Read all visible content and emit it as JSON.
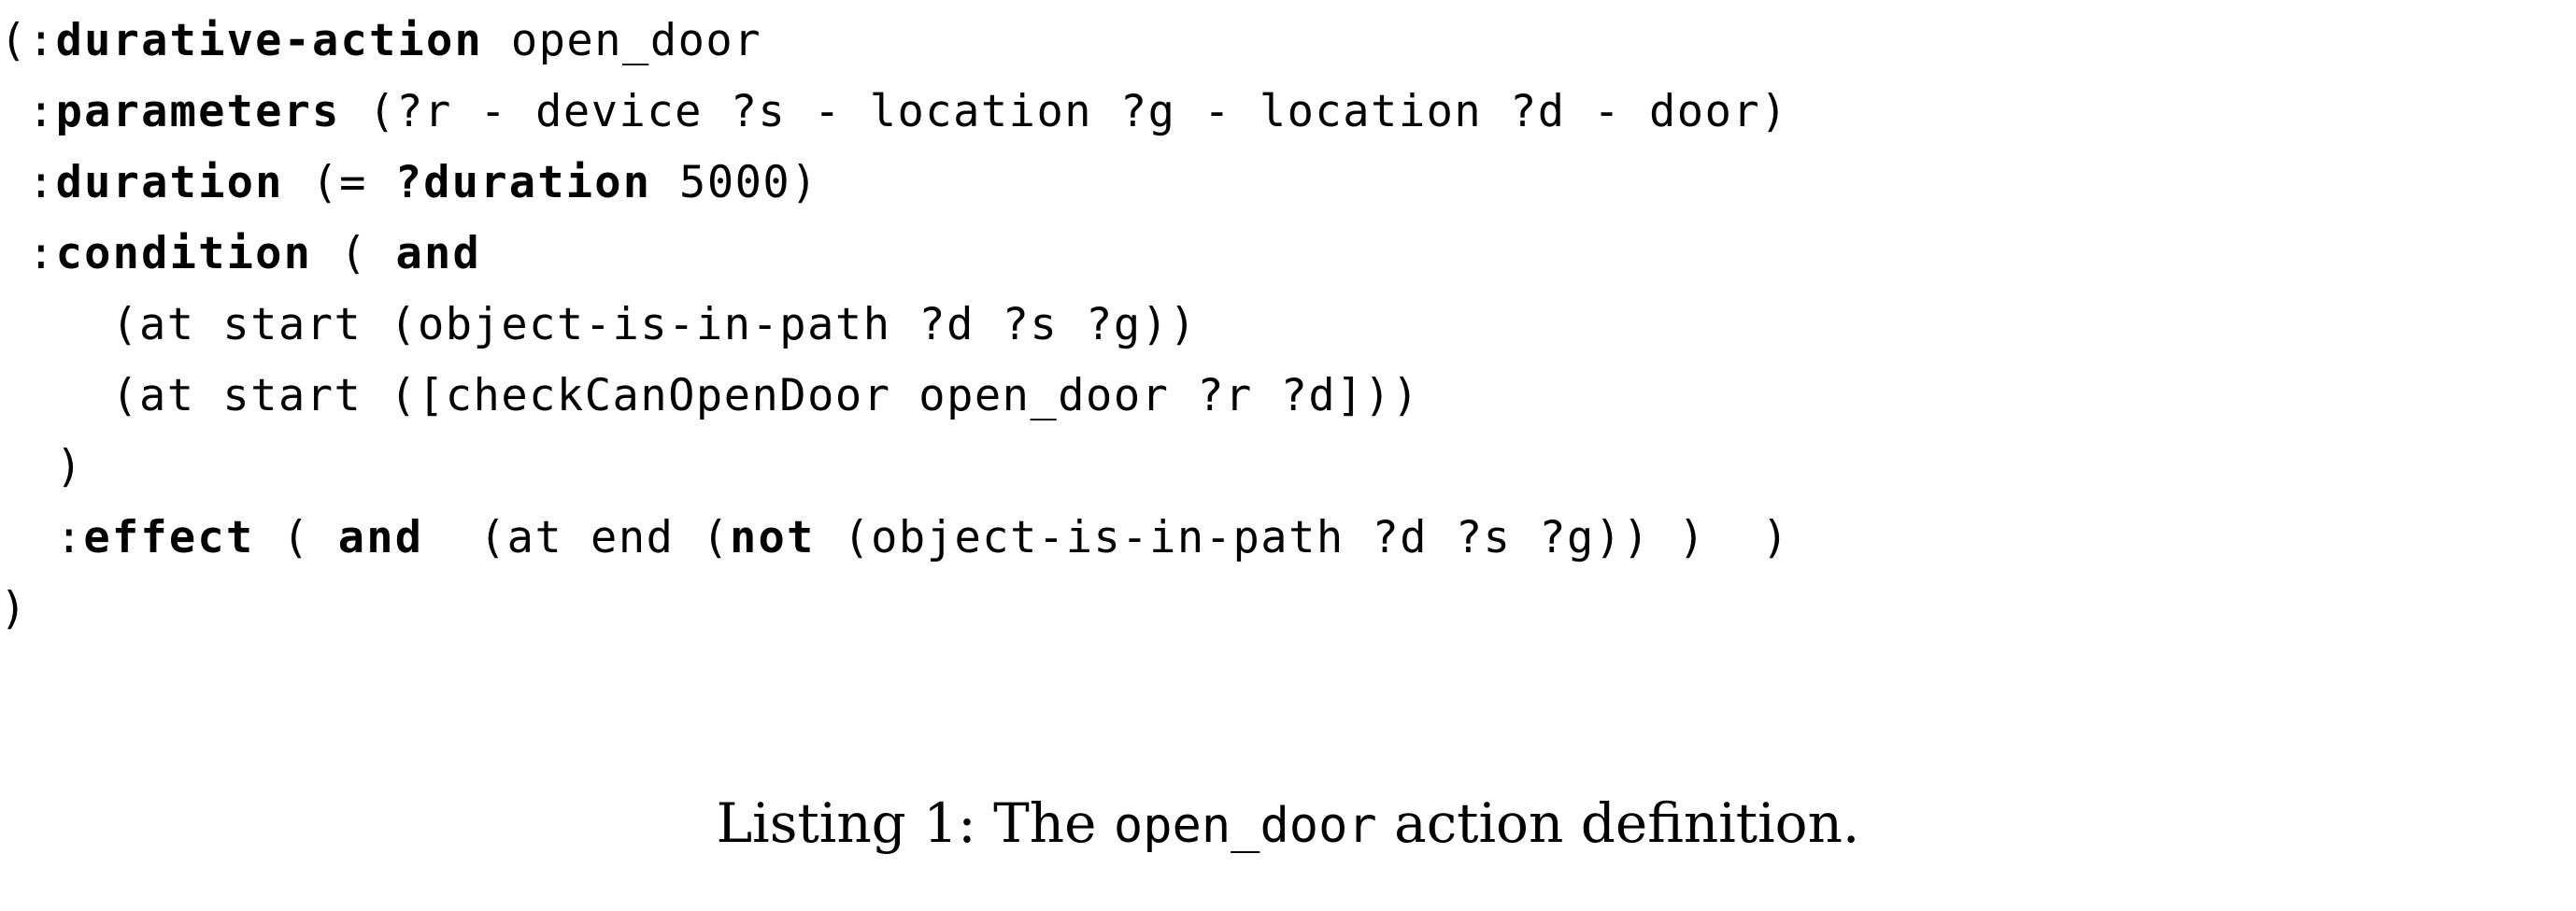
{
  "document": {
    "type": "code-listing-figure",
    "background_color": "#ffffff",
    "text_color": "#000000"
  },
  "listing": {
    "language": "PDDL",
    "lines": [
      {
        "id": "line-1",
        "indent": "",
        "segments": [
          {
            "text": "(:",
            "style": "mono"
          },
          {
            "text": "durative-action",
            "style": "keyword"
          },
          {
            "text": " open_door",
            "style": "mono"
          }
        ],
        "plain": "(:durative-action open_door"
      },
      {
        "id": "line-2",
        "indent": " ",
        "segments": [
          {
            "text": ":",
            "style": "mono"
          },
          {
            "text": "parameters",
            "style": "keyword"
          },
          {
            "text": " (?r - device ?s - location ?g - location ?d - door)",
            "style": "mono"
          }
        ],
        "plain": " :parameters (?r - device ?s - location ?g - location ?d - door)"
      },
      {
        "id": "line-3",
        "indent": " ",
        "segments": [
          {
            "text": ":",
            "style": "mono"
          },
          {
            "text": "duration",
            "style": "keyword"
          },
          {
            "text": " (= ",
            "style": "mono"
          },
          {
            "text": "?duration",
            "style": "keyword"
          },
          {
            "text": " 5000)",
            "style": "mono"
          }
        ],
        "plain": " :duration (= ?duration 5000)"
      },
      {
        "id": "line-4",
        "indent": " ",
        "segments": [
          {
            "text": ":",
            "style": "mono"
          },
          {
            "text": "condition",
            "style": "keyword"
          },
          {
            "text": " ( ",
            "style": "mono"
          },
          {
            "text": "and",
            "style": "keyword"
          }
        ],
        "plain": " :condition ( and"
      },
      {
        "id": "line-5",
        "indent": "    ",
        "segments": [
          {
            "text": "(at start (object-is-in-path ?d ?s ?g))",
            "style": "mono"
          }
        ],
        "plain": "    (at start (object-is-in-path ?d ?s ?g))"
      },
      {
        "id": "line-6",
        "indent": "    ",
        "segments": [
          {
            "text": "(at start ([checkCanOpenDoor open_door ?r ?d]))",
            "style": "mono"
          }
        ],
        "plain": "    (at start ([checkCanOpenDoor open_door ?r ?d]))"
      },
      {
        "id": "line-7",
        "indent": "  ",
        "segments": [
          {
            "text": ")",
            "style": "mono"
          }
        ],
        "plain": "  )"
      },
      {
        "id": "line-8",
        "indent": "  ",
        "segments": [
          {
            "text": ":",
            "style": "mono"
          },
          {
            "text": "effect",
            "style": "keyword"
          },
          {
            "text": " ( ",
            "style": "mono"
          },
          {
            "text": "and",
            "style": "keyword"
          },
          {
            "text": "  (at end (",
            "style": "mono"
          },
          {
            "text": "not",
            "style": "keyword"
          },
          {
            "text": " (object-is-in-path ?d ?s ?g)) )  )",
            "style": "mono"
          }
        ],
        "plain": "  :effect ( and  (at end (not (object-is-in-path ?d ?s ?g)) )  )"
      },
      {
        "id": "line-9",
        "indent": "",
        "segments": [
          {
            "text": ")",
            "style": "mono"
          }
        ],
        "plain": ")"
      }
    ]
  },
  "caption": {
    "prefix": "Listing 1: The ",
    "code": "open_door",
    "suffix": " action definition.",
    "full": "Listing 1: The open_door action definition."
  }
}
